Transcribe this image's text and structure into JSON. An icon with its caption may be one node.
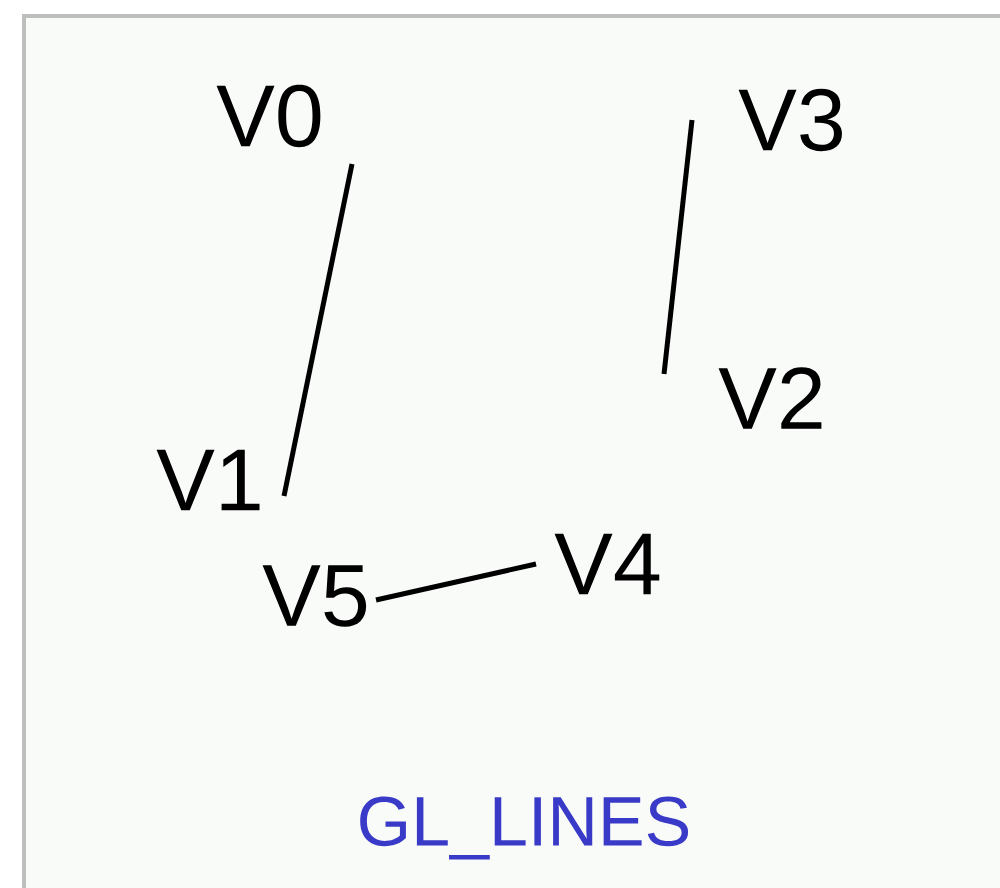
{
  "diagram": {
    "title": "GL_LINES",
    "nodes": [
      {
        "text": [
          "V0"
        ]
      },
      {
        "text": [
          "V1"
        ]
      },
      {
        "text": [
          "V2"
        ]
      },
      {
        "text": [
          "V3"
        ]
      },
      {
        "text": [
          "V4"
        ]
      },
      {
        "text": [
          "V5"
        ]
      }
    ],
    "edges": [
      {
        "from": 0,
        "to": 1,
        "arrow": "none"
      },
      {
        "from": 3,
        "to": 2,
        "arrow": "none"
      },
      {
        "from": 5,
        "to": 4,
        "arrow": "none"
      }
    ]
  }
}
